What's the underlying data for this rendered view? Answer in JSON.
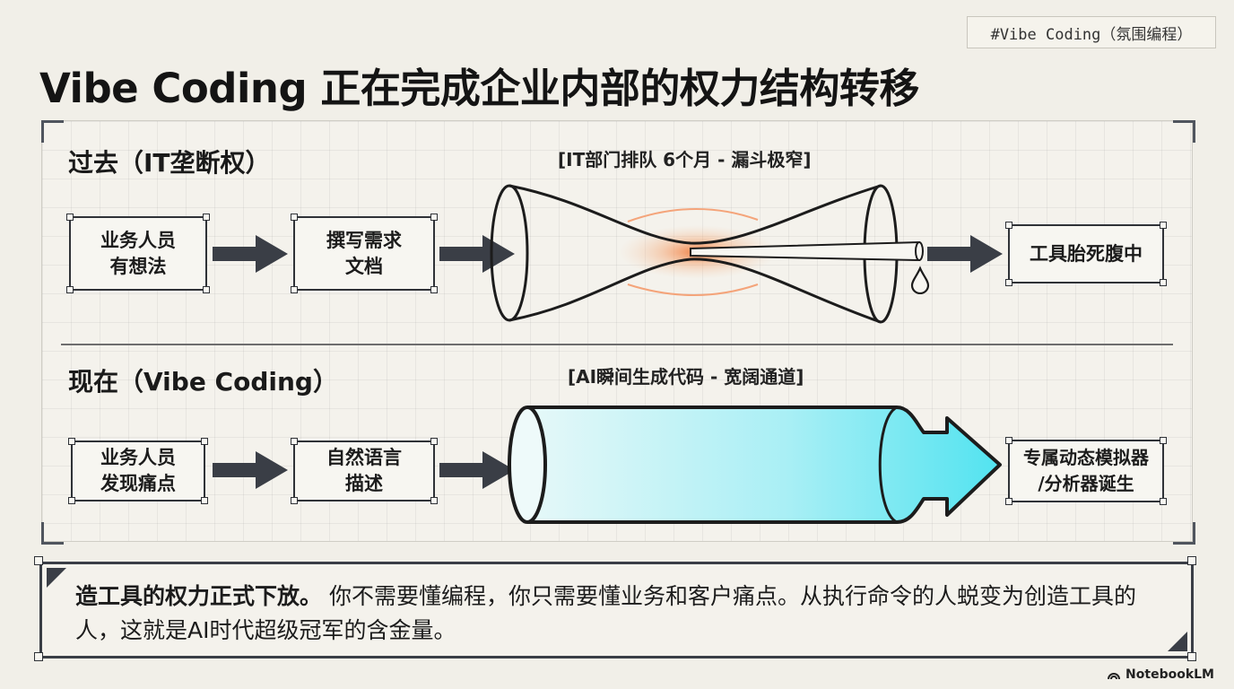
{
  "tag": "#Vibe Coding（氛围编程）",
  "title": "Vibe Coding 正在完成企业内部的权力结构转移",
  "past": {
    "heading": "过去（IT垄断权）",
    "funnel_label": "[IT部门排队 6个月 - 漏斗极窄]",
    "step1": [
      "业务人员",
      "有想法"
    ],
    "step2": [
      "撰写需求",
      "文档"
    ],
    "result": "工具胎死腹中"
  },
  "present": {
    "heading": "现在（Vibe Coding）",
    "channel_label": "[AI瞬间生成代码 - 宽阔通道]",
    "step1": [
      "业务人员",
      "发现痛点"
    ],
    "step2": [
      "自然语言",
      "描述"
    ],
    "result": [
      "专属动态模拟器",
      "/分析器诞生"
    ]
  },
  "conclusion": {
    "bold": "造工具的权力正式下放。",
    "text": "你不需要懂编程，你只需要懂业务和客户痛点。从执行命令的人蜕变为创造工具的人，这就是AI时代超级冠军的含金量。"
  },
  "brand": "NotebookLM",
  "colors": {
    "accent_orange": "#f07a3c",
    "accent_cyan": "#5fe6f2",
    "dark": "#3a3e46"
  },
  "icons": {
    "arrow": "right-arrow-icon",
    "droplet": "droplet-icon",
    "brand": "notebooklm-logo-icon"
  }
}
